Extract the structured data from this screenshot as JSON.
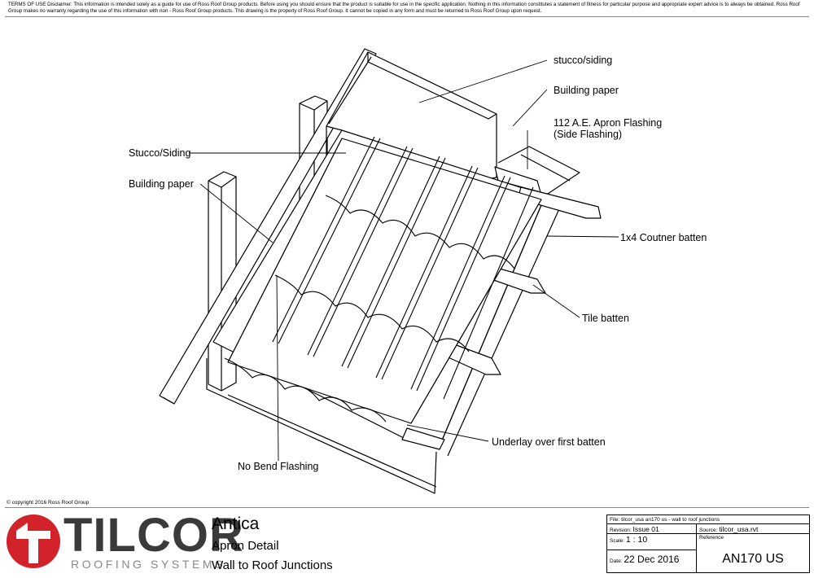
{
  "disclaimer": "TERMS OF USE Disclaimer: This information is intended solely as a guide for use of Ross Roof Group products. Before using you should ensure that the product is suitable for use in the specific application. Nothing in this information constitutes a statement of fitness for particular purpose and appropriate expert advice is to always be obtained. Ross Roof Group makes no warranty regarding the use of this information with non - Ross Roof Group products. This drawing is the property of Ross Roof Group. It cannot be copied in any form and must be returned to Ross Roof Group upon request.",
  "labels": {
    "stucco_siding_right": "stucco/siding",
    "building_paper_right": "Building paper",
    "apron_flashing_line1": "112 A.E. Apron Flashing",
    "apron_flashing_line2": "(Side Flashing)",
    "stucco_siding_left": "Stucco/Siding",
    "building_paper_left": "Building paper",
    "counter_batten": "1x4 Coutner batten",
    "tile_batten": "Tile batten",
    "underlay": "Underlay over first batten",
    "no_bend_flashing": "No Bend Flashing"
  },
  "copyright": "© copyright 2016 Ross Roof Group",
  "logo": {
    "word": "TILCOR",
    "sub": "ROOFING SYSTEMS",
    "accent": "#d2232a"
  },
  "titles": {
    "product": "Antica",
    "detail": "Apron Detail",
    "section": "Wall to Roof Junctions"
  },
  "title_block": {
    "file": "File: tilcor_usa an170 us - wall to roof junctions",
    "revision_caption": "Revision:",
    "revision": "Issue 01",
    "source_caption": "Source:",
    "source": "tilcor_usa.rvt",
    "scale_caption": "Scale:",
    "scale": "1 : 10",
    "reference_caption": "Reference",
    "date_caption": "Date:",
    "date": "22 Dec 2016",
    "reference": "AN170 US"
  }
}
